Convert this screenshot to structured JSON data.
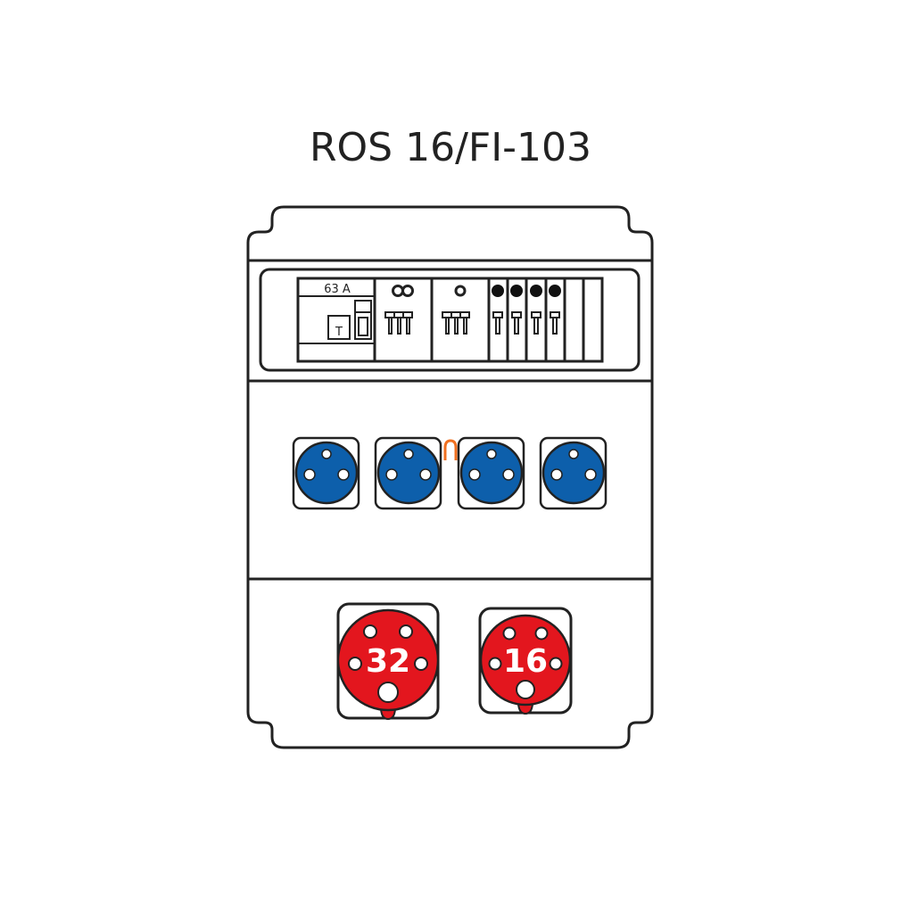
{
  "title": "ROS 16/FI-103",
  "breaker_panel": {
    "rcd_rating": "63 A",
    "rcd_test_button": "T"
  },
  "cee_sockets": [
    {
      "rating": "32"
    },
    {
      "rating": "16"
    }
  ],
  "colors": {
    "schuko_blue": "#0d5fab",
    "cee_red": "#e3161e",
    "bridge_orange": "#f07020",
    "outline": "#222222"
  }
}
